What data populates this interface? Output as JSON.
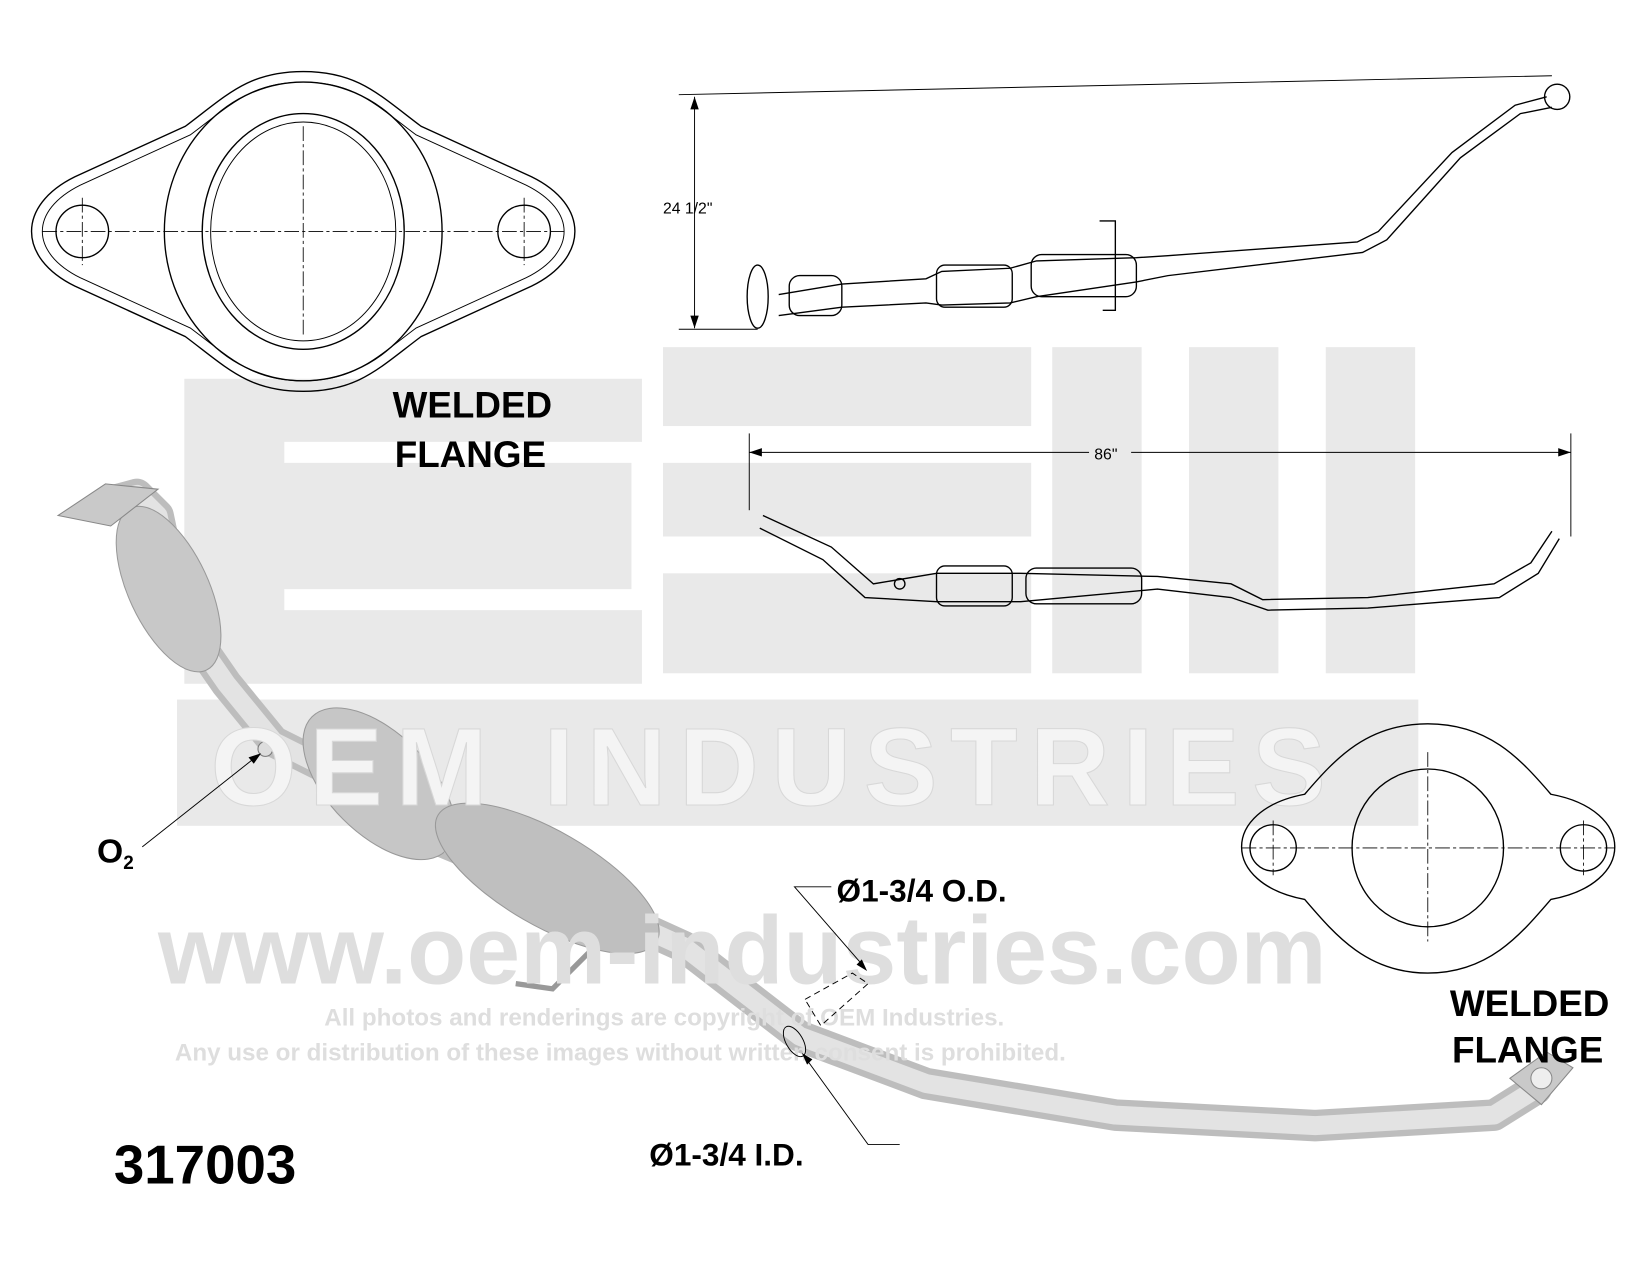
{
  "part_number": "317003",
  "flange_top_left": {
    "line1": "WELDED",
    "line2": "FLANGE"
  },
  "flange_bottom_right": {
    "line1": "WELDED",
    "line2": "FLANGE"
  },
  "dimensions": {
    "height": "24 1/2\"",
    "length": "86\""
  },
  "callouts": {
    "o2": "O",
    "o2_sub": "2",
    "od": "Ø1-3/4 O.D.",
    "id": "Ø1-3/4 I.D."
  },
  "watermark": {
    "logo": "OEM INDUSTRIES",
    "url": "www.oem-industries.com",
    "copyright_line1": "All photos and renderings are copyright of OEM Industries.",
    "copyright_line2": "Any use or distribution of these images without written consent is prohibited."
  },
  "colors": {
    "watermark": "#dedede",
    "pipe": "#cfcfcf",
    "ink": "#000000"
  }
}
